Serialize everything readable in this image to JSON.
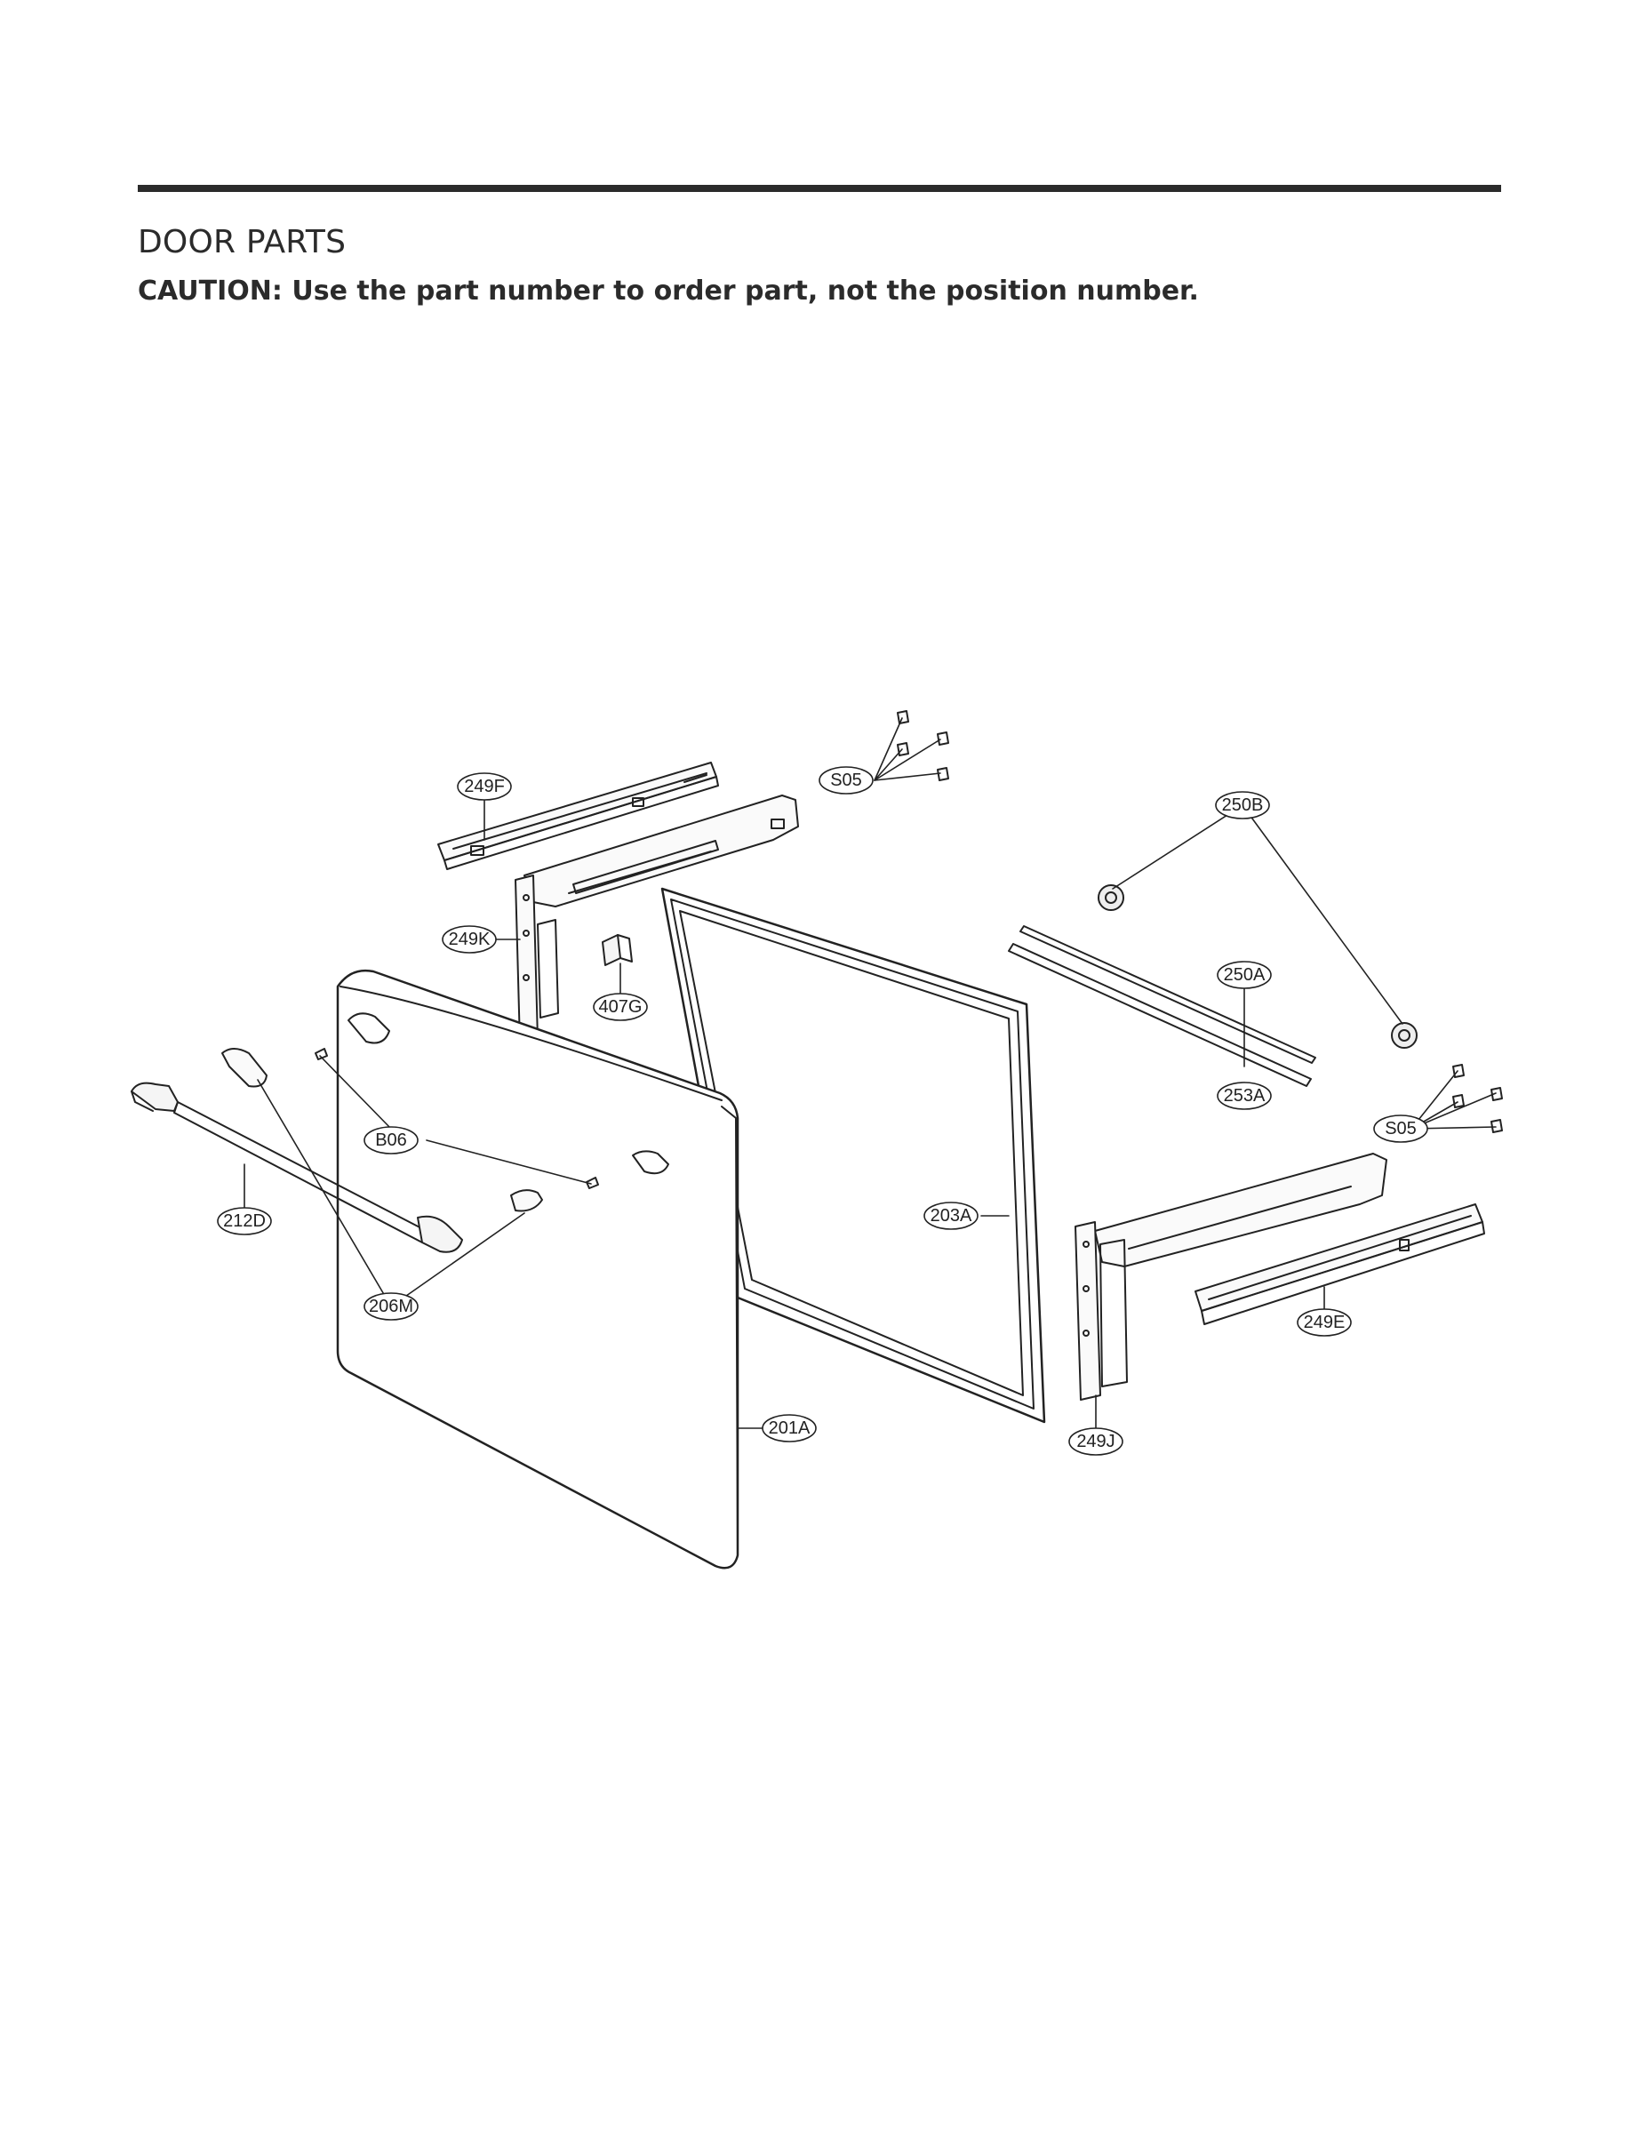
{
  "header": {
    "title": "DOOR PARTS",
    "caution": "CAUTION: Use the part number to order part, not the position number."
  },
  "callouts": {
    "249F": "249F",
    "S05_top": "S05",
    "250B": "250B",
    "249K": "249K",
    "407G": "407G",
    "250A": "250A",
    "253A": "253A",
    "S05_right": "S05",
    "B06": "B06",
    "212D": "212D",
    "203A": "203A",
    "206M": "206M",
    "249E": "249E",
    "201A": "201A",
    "249J": "249J"
  }
}
